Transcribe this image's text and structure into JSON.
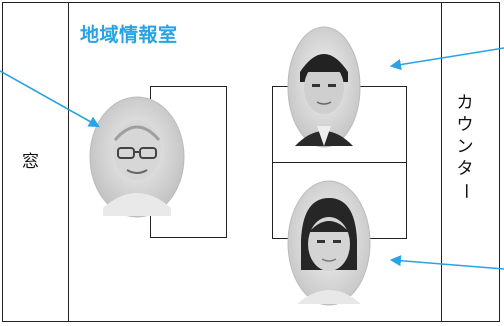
{
  "room": {
    "title": "地域情報室",
    "window_label": "窓",
    "counter_label": [
      "カ",
      "ウ",
      "ン",
      "タ",
      "ー"
    ]
  },
  "colors": {
    "title": "#29a3e4",
    "arrow": "#29a3e4",
    "line": "#222222"
  },
  "people": [
    {
      "name": "older-man-portrait",
      "description_icon": "person-photo"
    },
    {
      "name": "young-man-portrait",
      "description_icon": "person-photo"
    },
    {
      "name": "young-woman-portrait",
      "description_icon": "person-photo"
    }
  ]
}
